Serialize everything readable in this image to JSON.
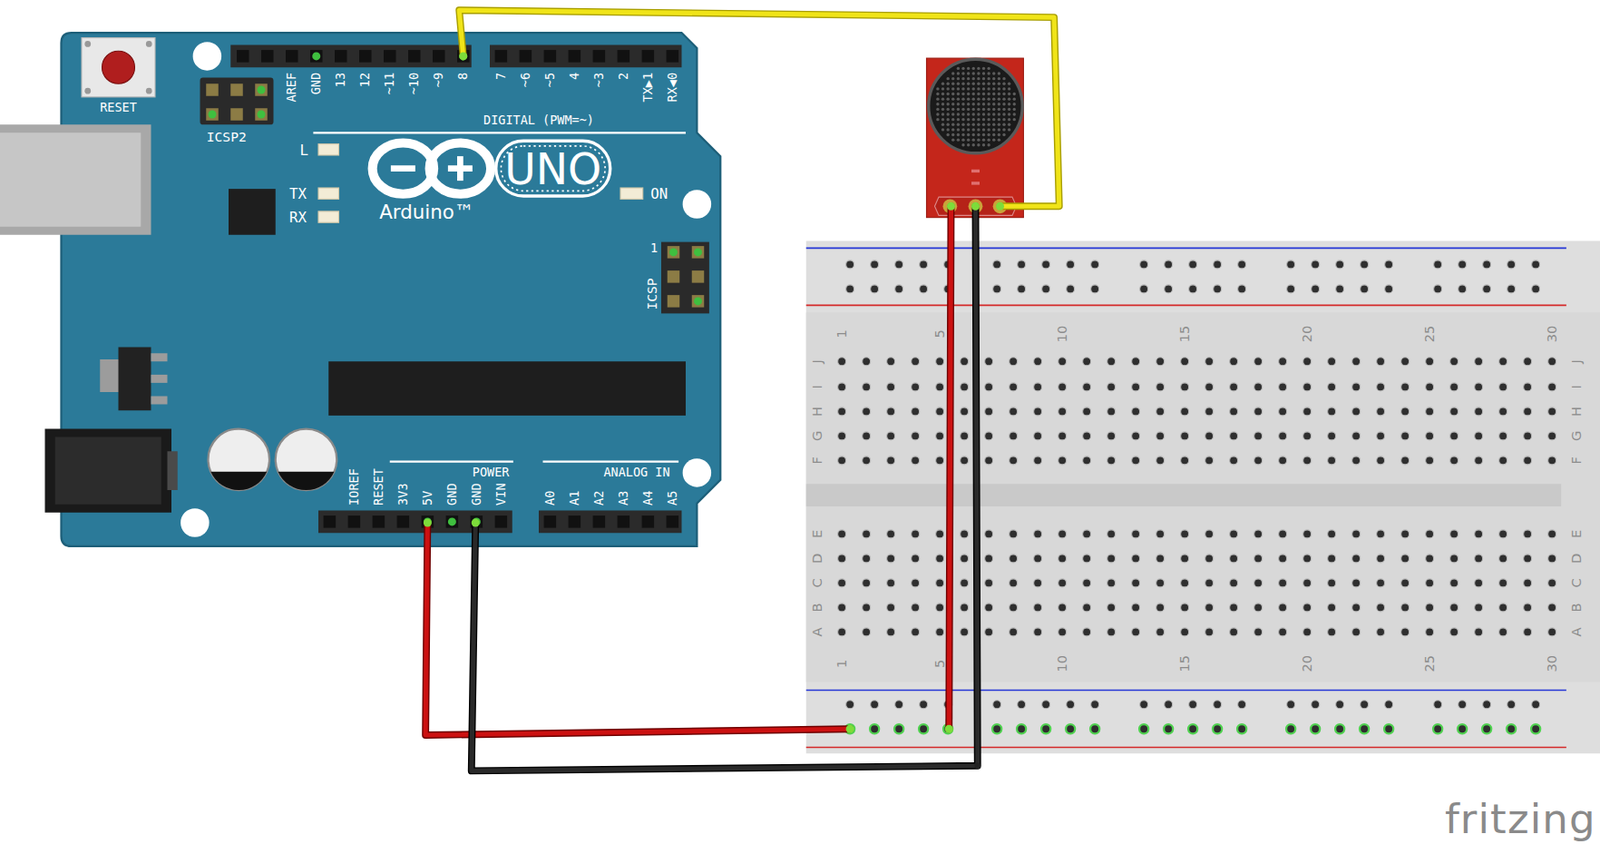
{
  "diagram": {
    "labels": [
      "RESET",
      "ICSP2",
      "AREF",
      "GND",
      "13",
      "12",
      "~11",
      "~10",
      "~9",
      "8",
      "7",
      "~6",
      "~5",
      "4",
      "~3",
      "2",
      "TX▶1",
      "RX◀0",
      "DIGITAL (PWM=~)",
      "L",
      "TX",
      "RX",
      "UNO",
      "Arduino™",
      "ON",
      "1",
      "ICSP",
      "IOREF",
      "RESET",
      "3V3",
      "5V",
      "GND",
      "GND",
      "VIN",
      "POWER",
      "ANALOG IN",
      "A0",
      "A1",
      "A2",
      "A3",
      "A4",
      "A5",
      "1",
      "5",
      "10",
      "15",
      "20",
      "25",
      "30",
      "J",
      "I",
      "H",
      "G",
      "F",
      "J",
      "I",
      "H",
      "G",
      "F",
      "E",
      "D",
      "C",
      "B",
      "A",
      "E",
      "D",
      "C",
      "B",
      "A",
      "1",
      "5",
      "10",
      "15",
      "20",
      "25",
      "30",
      "fritzing"
    ]
  }
}
